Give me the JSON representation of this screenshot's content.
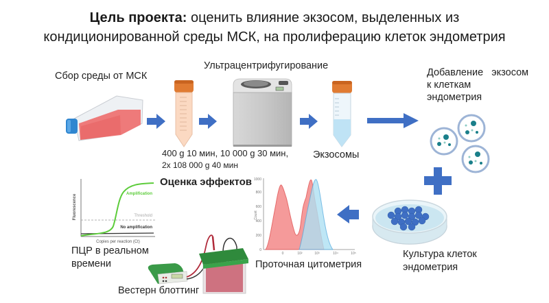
{
  "title": {
    "bold": "Цель проекта:",
    "line1_rest": " оценить влияние экзосом, выделенных из",
    "line2": "кондиционированной среды МСК, на пролиферацию клеток эндометрия"
  },
  "steps": {
    "collect": "Сбор среды от МСК",
    "ultracentrifugation": "Ультрацентрифугирование",
    "spin_line1": "400 g 10 мин, 10 000 g 30 мин,",
    "spin_line2": "2x 108 000 g 40 мин",
    "exosomes": "Экзосомы",
    "add_line1": "Добавление   экзосом",
    "add_line2": "к клеткам",
    "add_line3": "эндометрия",
    "culture_line1": "Культура клеток",
    "culture_line2": "эндометрия",
    "effects": "Оценка эффектов",
    "flow": "Проточная цитометрия",
    "pcr_line1": "ПЦР в реальном",
    "pcr_line2": "времени",
    "western": "Вестерн блоттинг"
  },
  "pcr_chart": {
    "ylabel": "Fluorescence",
    "xlabel": "Copies per reaction (Ct)",
    "amplification": "Amplification",
    "threshold": "Threshold",
    "no_amplification": "No amplification"
  },
  "flow_chart": {
    "ylabel": "Count",
    "yticks": [
      "0",
      "200",
      "400",
      "600",
      "800",
      "1000"
    ],
    "xticks": [
      "0",
      "10²",
      "10³",
      "10⁴",
      "10⁵"
    ]
  },
  "colors": {
    "arrow": "#3f6fc4",
    "tube_cap": "#e07b32",
    "flask_liquid": "#ee7070",
    "flask_cap": "#2f86d0",
    "flow_red": "#f07878",
    "flow_blue": "#9dd8f0",
    "pcr_green": "#5ccc3a",
    "exosome": "#1a7f8a"
  }
}
